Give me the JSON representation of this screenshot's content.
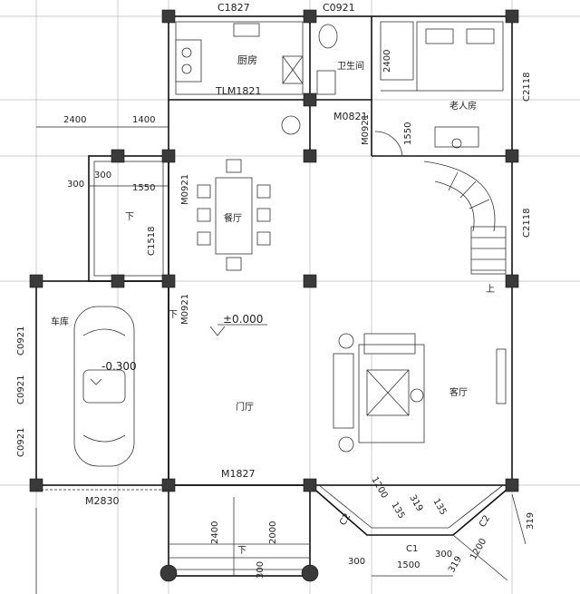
{
  "rooms": {
    "kitchen": "厨房",
    "bathroom": "卫生间",
    "elder_room": "老人房",
    "dining": "餐厅",
    "garage": "车库",
    "foyer": "门厅",
    "living": "客厅"
  },
  "doors_windows": {
    "c1827": "C1827",
    "c0921": "C0921",
    "tlm1821": "TLM1821",
    "m0821": "M0821",
    "m0921": "M0921",
    "m0921b": "M0921",
    "m0921c": "M0921",
    "c2118a": "C2118",
    "c2118b": "C2118",
    "c1518": "C1518",
    "c0921a": "C0921",
    "c0921b": "C0921",
    "c0921c": "C0921",
    "m2830": "M2830",
    "m1827": "M1827",
    "c2a": "C2",
    "c2b": "C2",
    "c1": "C1"
  },
  "dimensions": {
    "d2400_top": "2400",
    "d1400": "1400",
    "d300a": "300",
    "d300b": "300",
    "d1550": "1550",
    "d2400_bed": "2400",
    "d1550_bed": "1550",
    "d1200": "1200",
    "d135a": "135",
    "d319a": "319",
    "d135b": "135",
    "d2400_bottom": "2400",
    "d2000": "2000",
    "d300_stair": "300",
    "d300_c": "300",
    "d1500": "1500",
    "d300_d": "300",
    "d319_b": "319",
    "d1200_b": "1200",
    "d319_c": "319"
  },
  "levels": {
    "main": "±0.000",
    "garage": "-0.300"
  },
  "markers": {
    "down1": "下",
    "down2": "下",
    "up": "上",
    "down3": "下"
  }
}
